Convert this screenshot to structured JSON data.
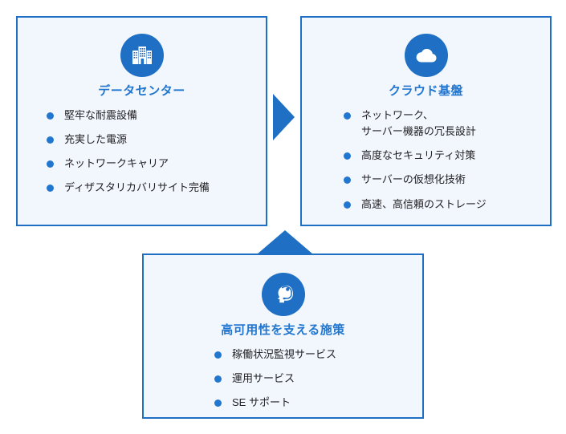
{
  "diagram": {
    "title_color": "#2176cf",
    "accent_color": "#1f6fc4",
    "panel_fill": "#f2f7fd",
    "panels": [
      {
        "id": "data-center",
        "icon": "building-icon",
        "title": "データセンター",
        "items": [
          "堅牢な耐震設備",
          "充実した電源",
          "ネットワークキャリア",
          "ディザスタリカバリサイト完備"
        ]
      },
      {
        "id": "cloud-platform",
        "icon": "cloud-icon",
        "title": "クラウド基盤",
        "items": [
          "ネットワーク、\nサーバー機器の冗長設計",
          "高度なセキュリティ対策",
          "サーバーの仮想化技術",
          "高速、高信頼のストレージ"
        ]
      },
      {
        "id": "high-availability-measures",
        "icon": "headset-support-icon",
        "title": "高可用性を支える施策",
        "items": [
          "稼働状況監視サービス",
          "運用サービス",
          "SE サポート"
        ]
      }
    ],
    "arrows": [
      {
        "id": "arrow-dc-to-cloud",
        "direction": "right"
      },
      {
        "id": "arrow-ops-to-cloud",
        "direction": "up"
      }
    ]
  }
}
